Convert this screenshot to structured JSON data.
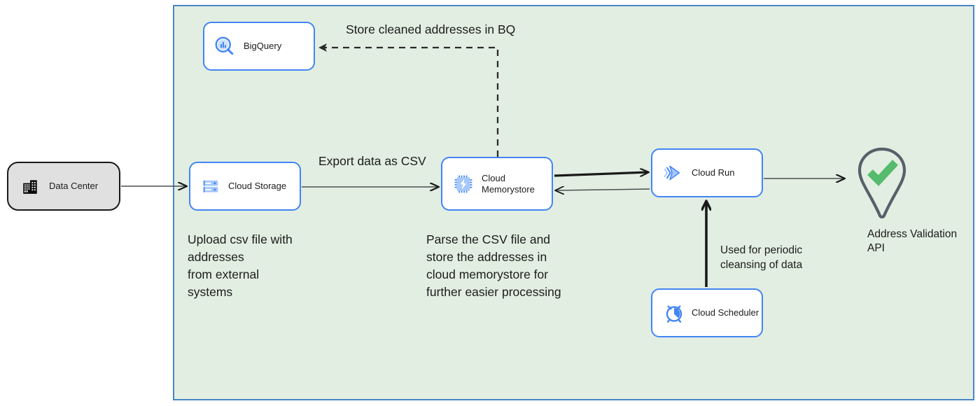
{
  "diagram": {
    "title_present": false,
    "background": "#ffffff",
    "zone": {
      "name": "Google Cloud boundary",
      "fill": "#e2eee2",
      "stroke": "#4a86c8"
    },
    "colors": {
      "node_border": "#4285f4",
      "node_fill": "#ffffff",
      "onprem_border": "#1a1a1a",
      "onprem_fill": "#e0e0e0",
      "zone_fill": "#e2eee2",
      "zone_border": "#4a86c8",
      "icon_blue": "#4285f4",
      "icon_blue_light": "#a6c8fa",
      "check_green": "#57bb6d",
      "pin_gray": "#57606a",
      "edge": "#1a1a1a",
      "text": "#1c1c1c"
    },
    "nodes": [
      {
        "id": "datacenter",
        "label": "Data Center",
        "icon": "data-center-icon"
      },
      {
        "id": "storage",
        "label": "Cloud Storage",
        "icon": "cloud-storage-icon"
      },
      {
        "id": "bigquery",
        "label": "BigQuery",
        "icon": "bigquery-icon"
      },
      {
        "id": "memorystore",
        "label": "Cloud\nMemorystore",
        "icon": "cloud-memorystore-icon"
      },
      {
        "id": "cloudrun",
        "label": "Cloud Run",
        "icon": "cloud-run-icon"
      },
      {
        "id": "scheduler",
        "label": "Cloud Scheduler",
        "icon": "cloud-scheduler-icon"
      }
    ],
    "external": {
      "id": "address-validation-api",
      "label": "Address Validation\nAPI",
      "icon": "map-pin-check-icon"
    },
    "edge_labels": {
      "store_bq": "Store cleaned addresses in BQ",
      "export_csv": "Export data as CSV"
    },
    "captions": {
      "upload": "Upload csv file with\naddresses\nfrom external\nsystems",
      "parse": "Parse the CSV file and\nstore the addresses in\ncloud  memorystore for\nfurther easier processing",
      "cleanse": "Used for periodic\ncleansing of data"
    },
    "edges": [
      {
        "from": "datacenter",
        "to": "storage",
        "style": "solid",
        "direction": "forward"
      },
      {
        "from": "storage",
        "to": "memorystore",
        "style": "solid",
        "direction": "forward"
      },
      {
        "from": "memorystore",
        "to": "bigquery",
        "style": "dashed",
        "direction": "forward"
      },
      {
        "from": "memorystore",
        "to": "cloudrun",
        "style": "solid",
        "direction": "forward"
      },
      {
        "from": "cloudrun",
        "to": "memorystore",
        "style": "solid",
        "direction": "forward"
      },
      {
        "from": "cloudrun",
        "to": "address-validation-api",
        "style": "solid",
        "direction": "forward"
      },
      {
        "from": "scheduler",
        "to": "cloudrun",
        "style": "solid",
        "direction": "forward"
      }
    ]
  }
}
